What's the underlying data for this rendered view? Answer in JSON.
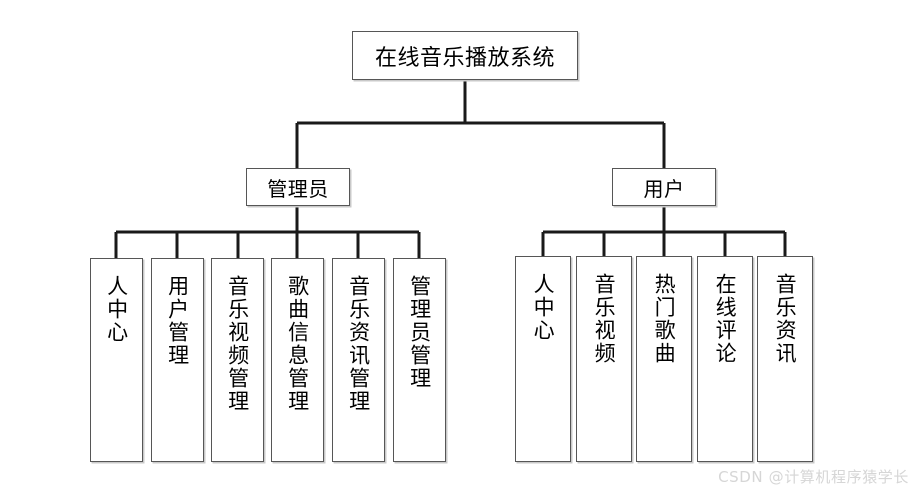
{
  "diagram": {
    "type": "tree",
    "title_node": {
      "label": "在线音乐播放系统"
    },
    "branches": [
      {
        "id": "admin",
        "label": "管理员",
        "children": [
          {
            "label": "人中心"
          },
          {
            "label": "用户管理"
          },
          {
            "label": "音乐视频管理"
          },
          {
            "label": "歌曲信息管理"
          },
          {
            "label": "音乐资讯管理"
          },
          {
            "label": "管理员管理"
          }
        ]
      },
      {
        "id": "user",
        "label": "用户",
        "children": [
          {
            "label": "人中心"
          },
          {
            "label": "音乐视频"
          },
          {
            "label": "热门歌曲"
          },
          {
            "label": "在线评论"
          },
          {
            "label": "音乐资讯"
          }
        ]
      }
    ]
  },
  "watermark": {
    "text": "CSDN @计算机程序猿学长"
  },
  "colors": {
    "box_border": "#565656",
    "box_shadow": "#c9c9c9",
    "connector": "#1a1a1a",
    "background": "#ffffff",
    "text": "#000000",
    "watermark": "#d6d6d6"
  }
}
